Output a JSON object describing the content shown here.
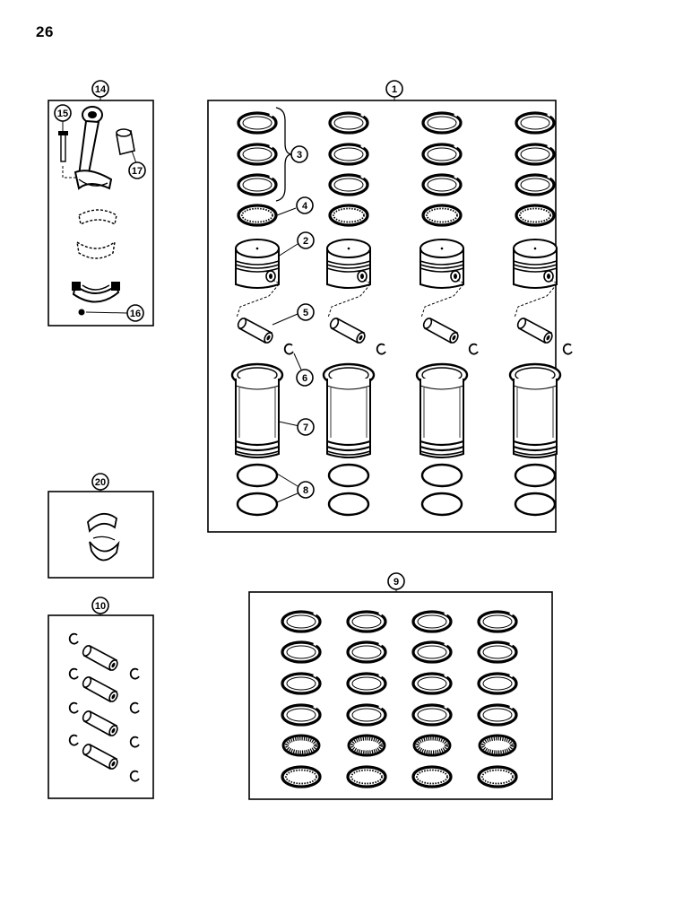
{
  "page": {
    "number": "26"
  },
  "kits": {
    "piston_sleeve_kit": {
      "callout": "1"
    },
    "piston_rings": {
      "callout": "9"
    },
    "pin_kit": {
      "callout": "10"
    },
    "connecting_rod": {
      "callout": "14"
    },
    "bushing_kit": {
      "callout": "20"
    }
  },
  "parts": {
    "piston": "2",
    "compression_rings": "3",
    "oil_ring": "4",
    "piston_pin": "5",
    "retaining_ring": "6",
    "sleeve": "7",
    "o_rings": "8",
    "rod_bolt": "15",
    "nut": "16",
    "rod_bushing": "17"
  }
}
